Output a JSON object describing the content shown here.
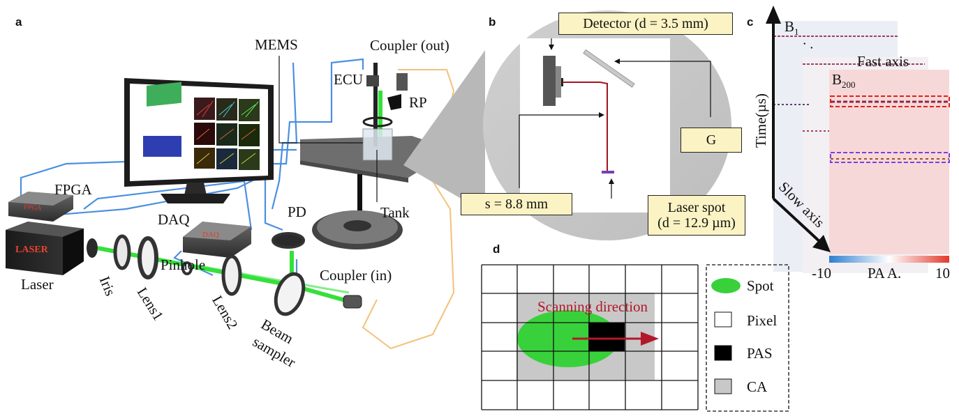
{
  "panels": {
    "a": "a",
    "b": "b",
    "c": "c",
    "d": "d"
  },
  "setup": {
    "mems": "MEMS",
    "coupler_out": "Coupler (out)",
    "ecu": "ECU",
    "rp": "RP",
    "fpga": "FPGA",
    "daq": "DAQ",
    "pd": "PD",
    "tank": "Tank",
    "laser": "Laser",
    "iris": "Iris",
    "lens1": "Lens1",
    "pinhole": "Pinhole",
    "lens2": "Lens2",
    "beam_sampler": "Beam\nsampler",
    "beam_sampler_l1": "Beam",
    "beam_sampler_l2": "sampler",
    "coupler_in": "Coupler (in)",
    "laser_body_text": "LASER",
    "fpga_body_text": "FPGA",
    "daq_body_text": "DAQ"
  },
  "zoom": {
    "detector": "Detector (d = 3.5 mm)",
    "g": "G",
    "s": "s = 8.8 mm",
    "laser_spot_l1": "Laser spot",
    "laser_spot_l2": "(d = 12.9 µm)"
  },
  "bscan": {
    "b1_main": "B",
    "b1_sub": "1",
    "dots": "·  ·",
    "fast_axis": "Fast axis",
    "b200_main": "B",
    "b200_sub": "200",
    "time_axis": "Time(µs)",
    "slow_axis": "Slow axis",
    "cbar_min": "-10",
    "cbar_label": "PA A.",
    "cbar_max": "10",
    "colors": {
      "low": "#2f7fd0",
      "high": "#e23a2c",
      "red_box": "#e0201b",
      "purple_box": "#7b3fe0"
    }
  },
  "scan": {
    "direction": "Scanning  direction",
    "legend": [
      {
        "key": "spot",
        "label": "Spot",
        "color": "#39d13b"
      },
      {
        "key": "pixel",
        "label": "Pixel",
        "color": "#ffffff"
      },
      {
        "key": "pas",
        "label": "PAS",
        "color": "#000000"
      },
      {
        "key": "ca",
        "label": "CA",
        "color": "#c8c8c8"
      }
    ],
    "arrow_color": "#b3182a"
  }
}
